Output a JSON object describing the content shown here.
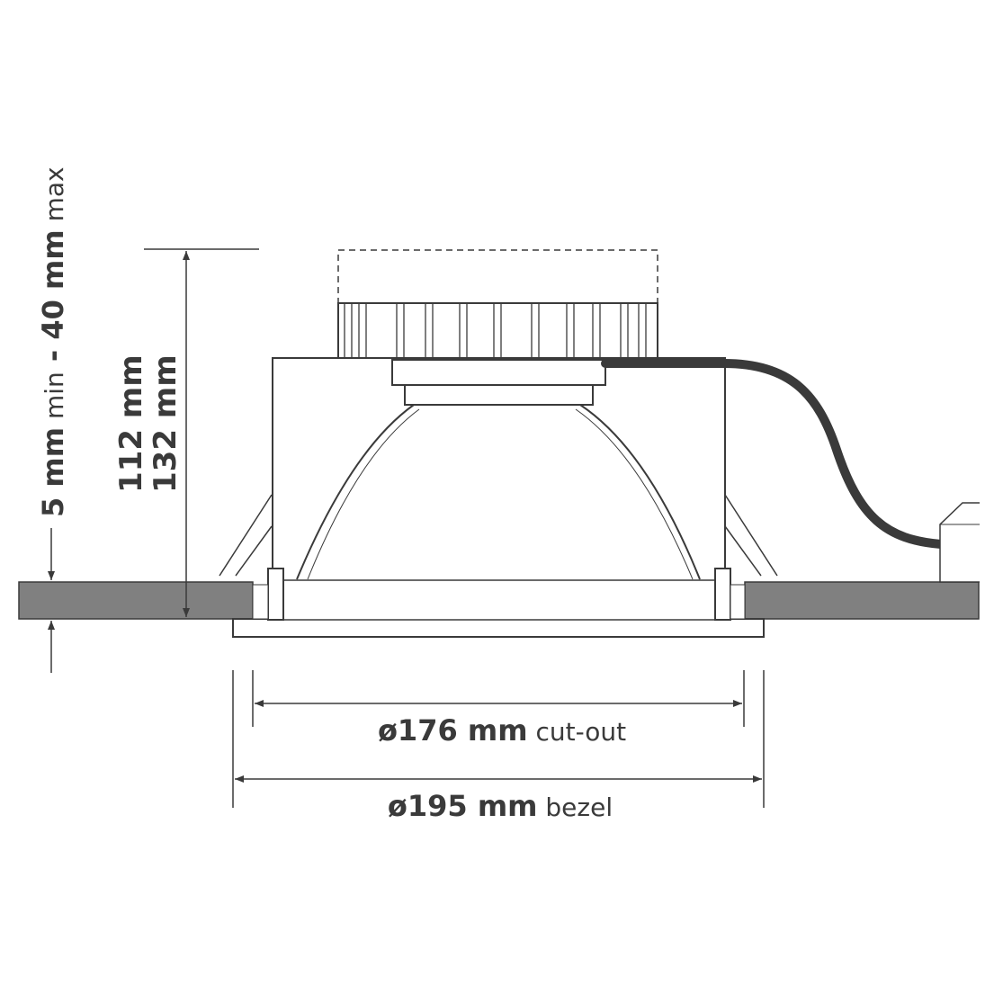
{
  "labels": {
    "thickness_min_value": "5 mm",
    "thickness_min_suffix": " min",
    "thickness_separator": " - ",
    "thickness_max_value": "40 mm",
    "thickness_max_suffix": " max",
    "height_1": "112 mm",
    "height_2": "132 mm",
    "cutout_value": "ø176 mm",
    "cutout_suffix": " cut-out",
    "bezel_value": "ø195 mm",
    "bezel_suffix": " bezel"
  },
  "colors": {
    "line": "#3a3a3a",
    "ceiling": "#808080",
    "cable": "#3a3a3a",
    "background": "#ffffff"
  }
}
